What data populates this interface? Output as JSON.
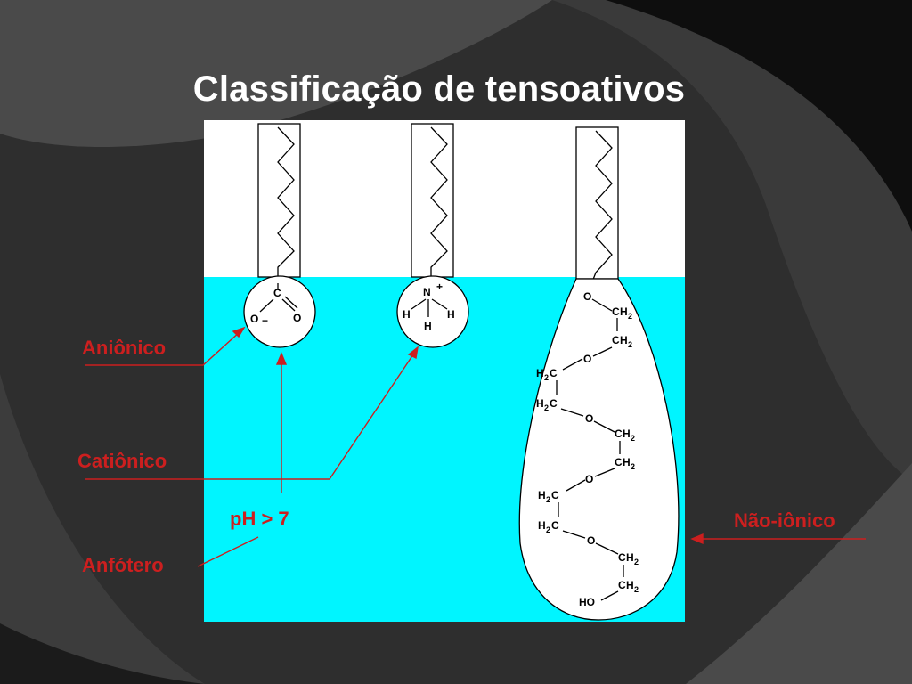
{
  "slide": {
    "title": "Classificação de tensoativos"
  },
  "labels": {
    "anionic": "Aniônico",
    "cationic": "Catiônico",
    "ph": "pH > 7",
    "amphoteric": "Anfótero",
    "nonionic": "Não-iônico"
  },
  "molecules": {
    "anionic_head": {
      "c": "C",
      "o1": "O",
      "o2": "O",
      "charge": "−"
    },
    "cationic_head": {
      "n": "N",
      "charge": "+",
      "h1": "H",
      "h2": "H",
      "h3": "H"
    },
    "nonionic_chain": {
      "o": "O",
      "c": "C",
      "h": "H",
      "h2_sub": "2",
      "ho": "HO"
    }
  },
  "colors": {
    "background": "#2b2b2b",
    "water": "#00f5ff",
    "air": "#ffffff",
    "label": "#cc1f1f",
    "title": "#ffffff"
  }
}
